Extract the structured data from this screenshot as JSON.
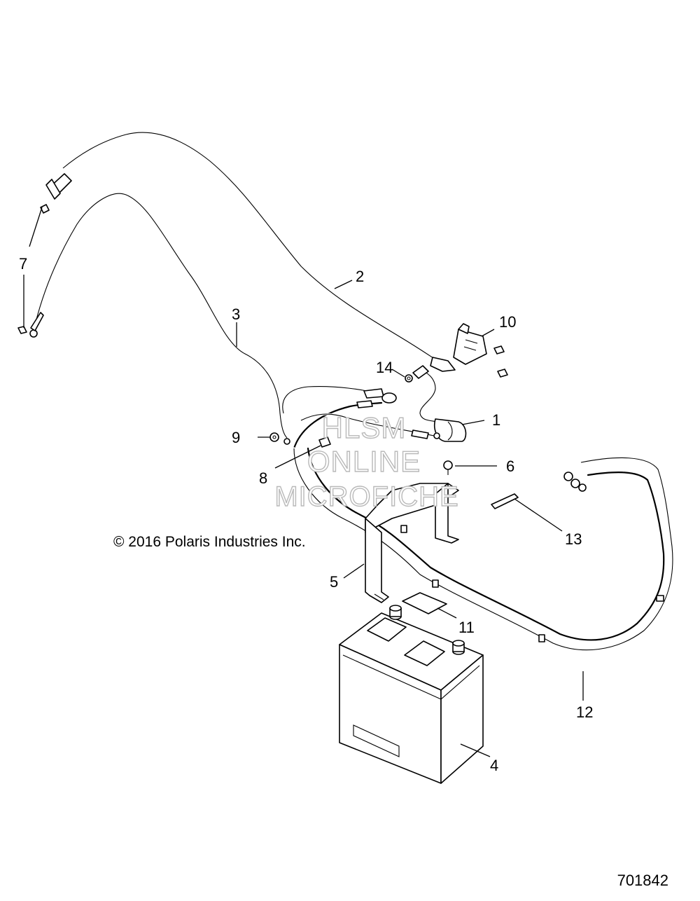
{
  "diagram": {
    "copyright": "© 2016 Polaris Industries Inc.",
    "figure_number": "701842",
    "watermark": [
      "HLSM",
      "ONLINE",
      "MICROFICHE"
    ],
    "callouts": [
      "1",
      "2",
      "3",
      "4",
      "5",
      "6",
      "7",
      "8",
      "9",
      "10",
      "11",
      "12",
      "13",
      "14"
    ]
  }
}
